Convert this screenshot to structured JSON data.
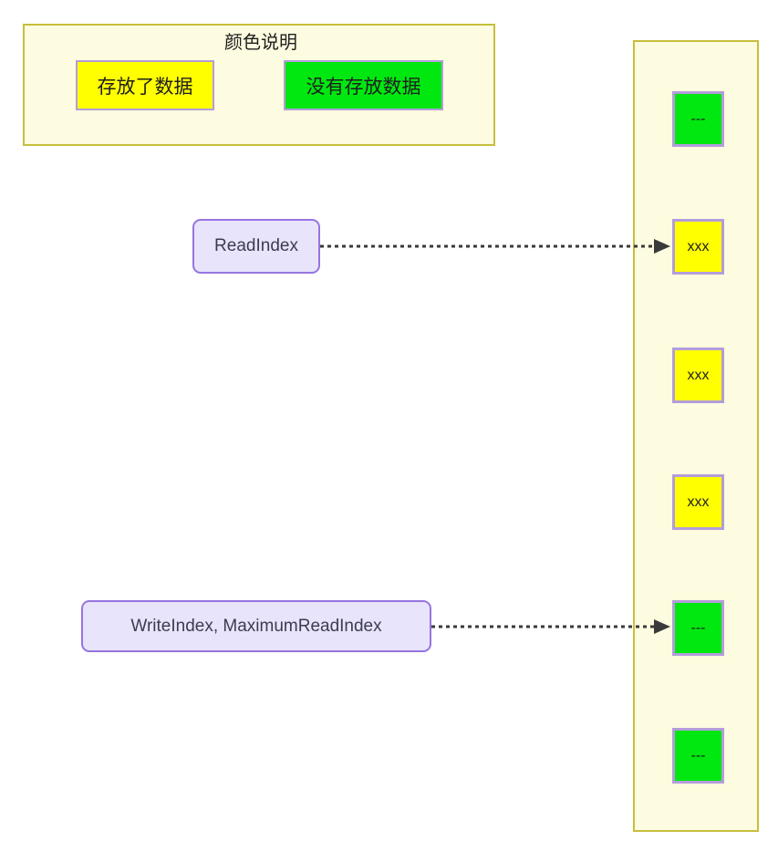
{
  "legend": {
    "title": "颜色说明",
    "items": [
      {
        "label": "存放了数据",
        "color": "#ffff00",
        "state": "filled"
      },
      {
        "label": "没有存放数据",
        "color": "#00e810",
        "state": "empty"
      }
    ],
    "panel_color": "#fdfbe0",
    "panel_border": "#c6bf3c"
  },
  "buffer": {
    "panel_color": "#fdfbe0",
    "panel_border": "#c6bf3c",
    "slot_border": "#b39ddb",
    "slots": [
      {
        "label": "---",
        "state": "empty",
        "color": "#00e810"
      },
      {
        "label": "xxx",
        "state": "filled",
        "color": "#ffff00"
      },
      {
        "label": "xxx",
        "state": "filled",
        "color": "#ffff00"
      },
      {
        "label": "xxx",
        "state": "filled",
        "color": "#ffff00"
      },
      {
        "label": "---",
        "state": "empty",
        "color": "#00e810"
      },
      {
        "label": "---",
        "state": "empty",
        "color": "#00e810"
      }
    ]
  },
  "pointers": [
    {
      "label": "ReadIndex",
      "target_slot": 1
    },
    {
      "label": "WriteIndex, MaximumReadIndex",
      "target_slot": 4
    }
  ],
  "colors": {
    "page_background": "#ffffff",
    "pointer_fill": "#e8e4fb",
    "pointer_border": "#9575e0",
    "connector": "#3a3a3a",
    "text": "#1f1f1f"
  }
}
